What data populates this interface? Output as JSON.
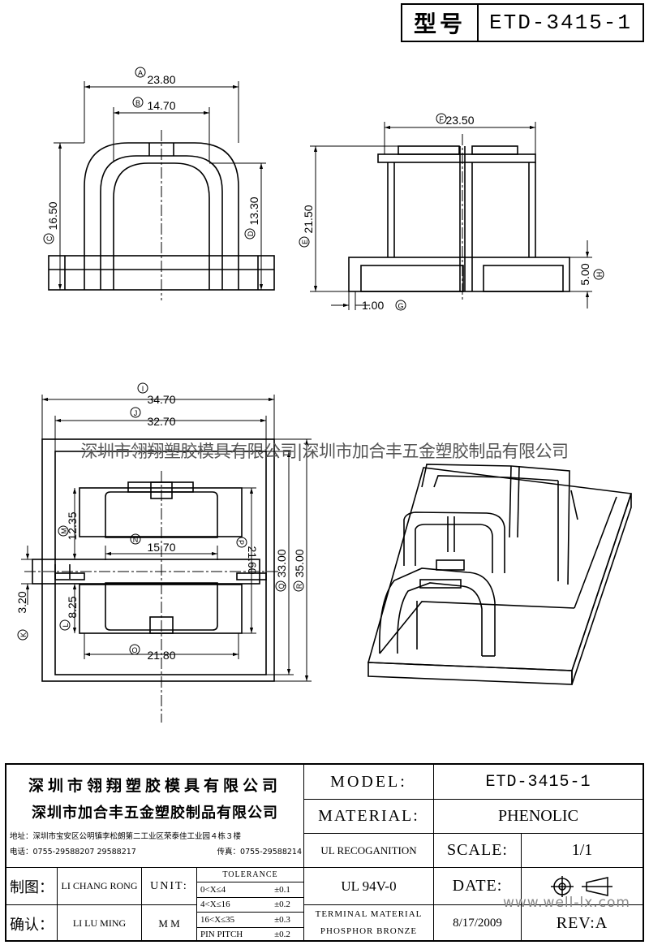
{
  "header": {
    "model_key": "型号",
    "model_value": "ETD-3415-1"
  },
  "watermark": {
    "text": "深圳市翎翔塑胶模具有限公司|深圳市加合丰五金塑胶制品有限公司",
    "url": "www.well-lx.com"
  },
  "dims": {
    "A": {
      "letter": "A",
      "value": "23.80"
    },
    "B": {
      "letter": "B",
      "value": "14.70"
    },
    "C": {
      "letter": "C",
      "value": "16.50"
    },
    "D": {
      "letter": "D",
      "value": "13.30"
    },
    "E": {
      "letter": "E",
      "value": "21.50"
    },
    "F": {
      "letter": "F",
      "value": "23.50"
    },
    "G": {
      "letter": "G",
      "value": "1.00"
    },
    "H": {
      "letter": "H",
      "value": "5.00"
    },
    "I": {
      "letter": "I",
      "value": "34.70"
    },
    "J": {
      "letter": "J",
      "value": "32.70"
    },
    "K": {
      "letter": "K",
      "value": "3.20"
    },
    "L": {
      "letter": "L",
      "value": "8.25"
    },
    "M": {
      "letter": "M",
      "value": "12.35"
    },
    "N": {
      "letter": "N",
      "value": "15.70"
    },
    "O": {
      "letter": "O",
      "value": "21.80"
    },
    "P": {
      "letter": "P",
      "value": "21.60"
    },
    "Q": {
      "letter": "Q",
      "value": "33.00"
    },
    "R": {
      "letter": "R",
      "value": "35.00"
    }
  },
  "title_block": {
    "company1": "深圳市翎翔塑胶模具有限公司",
    "company2": "深圳市加合丰五金塑胶制品有限公司",
    "address": "地址：深圳市宝安区公明镇李松朗第二工业区荣泰佳工业园４栋３楼",
    "phone": "电话：0755-29588207  29588217",
    "fax": "传真：0755-29588214",
    "drawn_label": "制图：",
    "drawn_by": "LI CHANG RONG",
    "checked_label": "确认：",
    "checked_by": "LI LU MING",
    "unit_label": "UNIT:",
    "unit_value": "M M",
    "tolerance_title": "TOLERANCE",
    "tolerances": [
      {
        "range": "0<X≤4",
        "value": "±0.1"
      },
      {
        "range": "4<X≤16",
        "value": "±0.2"
      },
      {
        "range": "16<X≤35",
        "value": "±0.3"
      },
      {
        "range": "PIN PITCH",
        "value": "±0.2"
      }
    ],
    "model_label": "MODEL:",
    "model_value": "ETD-3415-1",
    "material_label": "MATERIAL:",
    "material_value": "PHENOLIC",
    "ul_label": "UL RECOGANITION",
    "ul_value": "UL 94V-0",
    "terminal_line1": "TERMINAL MATERIAL",
    "terminal_line2": "PHOSPHOR  BRONZE",
    "scale_label": "SCALE:",
    "scale_value": "1/1",
    "date_label": "DATE:",
    "date_value": "8/17/2009",
    "rev_label": "REV:A"
  },
  "colors": {
    "line": "#000000",
    "watermark": "#555555"
  }
}
